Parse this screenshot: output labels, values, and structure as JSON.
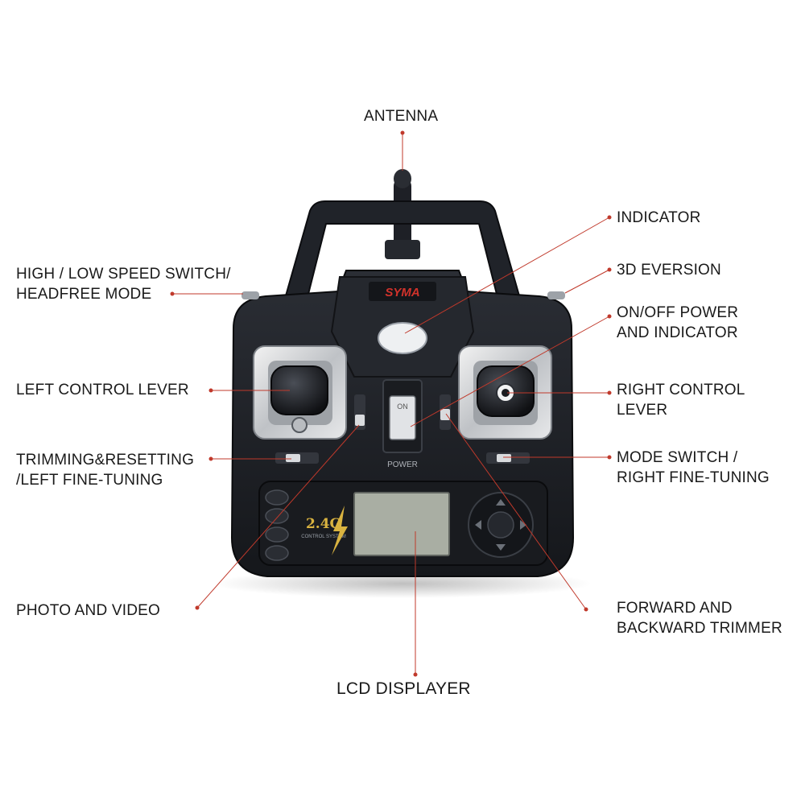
{
  "brand": {
    "logo_text": "SYMA",
    "band_text": "2.4G",
    "band_sub": "CONTROL SYSTEM",
    "power_label": "POWER",
    "switch_text": "ON"
  },
  "colors": {
    "leader": "#c0392b",
    "body": "#1d1f24",
    "panel": "#2a2d33",
    "screen": "#a9aea3"
  },
  "labels": {
    "antenna": [
      "ANTENNA"
    ],
    "indicator": [
      "INDICATOR"
    ],
    "speed_switch": [
      "HIGH / LOW SPEED SWITCH/",
      "HEADFREE MODE"
    ],
    "eversion": [
      "3D EVERSION"
    ],
    "power": [
      "ON/OFF POWER",
      "AND INDICATOR"
    ],
    "left_lever": [
      "LEFT CONTROL LEVER"
    ],
    "right_lever": [
      "RIGHT CONTROL",
      "LEVER"
    ],
    "left_trim": [
      "TRIMMING&RESETTING",
      "/LEFT FINE-TUNING"
    ],
    "mode_switch": [
      "MODE SWITCH /",
      "RIGHT FINE-TUNING"
    ],
    "photo_video": [
      "PHOTO AND VIDEO"
    ],
    "fb_trim": [
      "FORWARD AND",
      "BACKWARD TRIMMER"
    ],
    "lcd": [
      "LCD DISPLAYER"
    ]
  }
}
